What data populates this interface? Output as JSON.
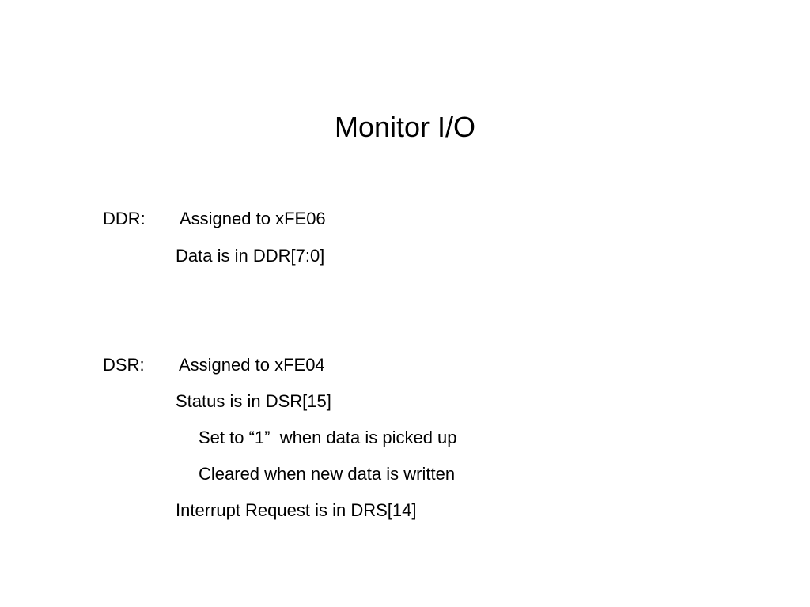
{
  "slide": {
    "title": "Monitor I/O",
    "ddr": {
      "label": "DDR:",
      "assigned": "Assigned to xFE06",
      "data": "Data is in DDR[7:0]"
    },
    "dsr": {
      "label": "DSR:",
      "assigned": "Assigned to xFE04",
      "status": "Status is in DSR[15]",
      "set": "Set to “1”  when data is picked up",
      "cleared": "Cleared when new data is written",
      "interrupt": "Interrupt Request is in DRS[14]"
    }
  }
}
